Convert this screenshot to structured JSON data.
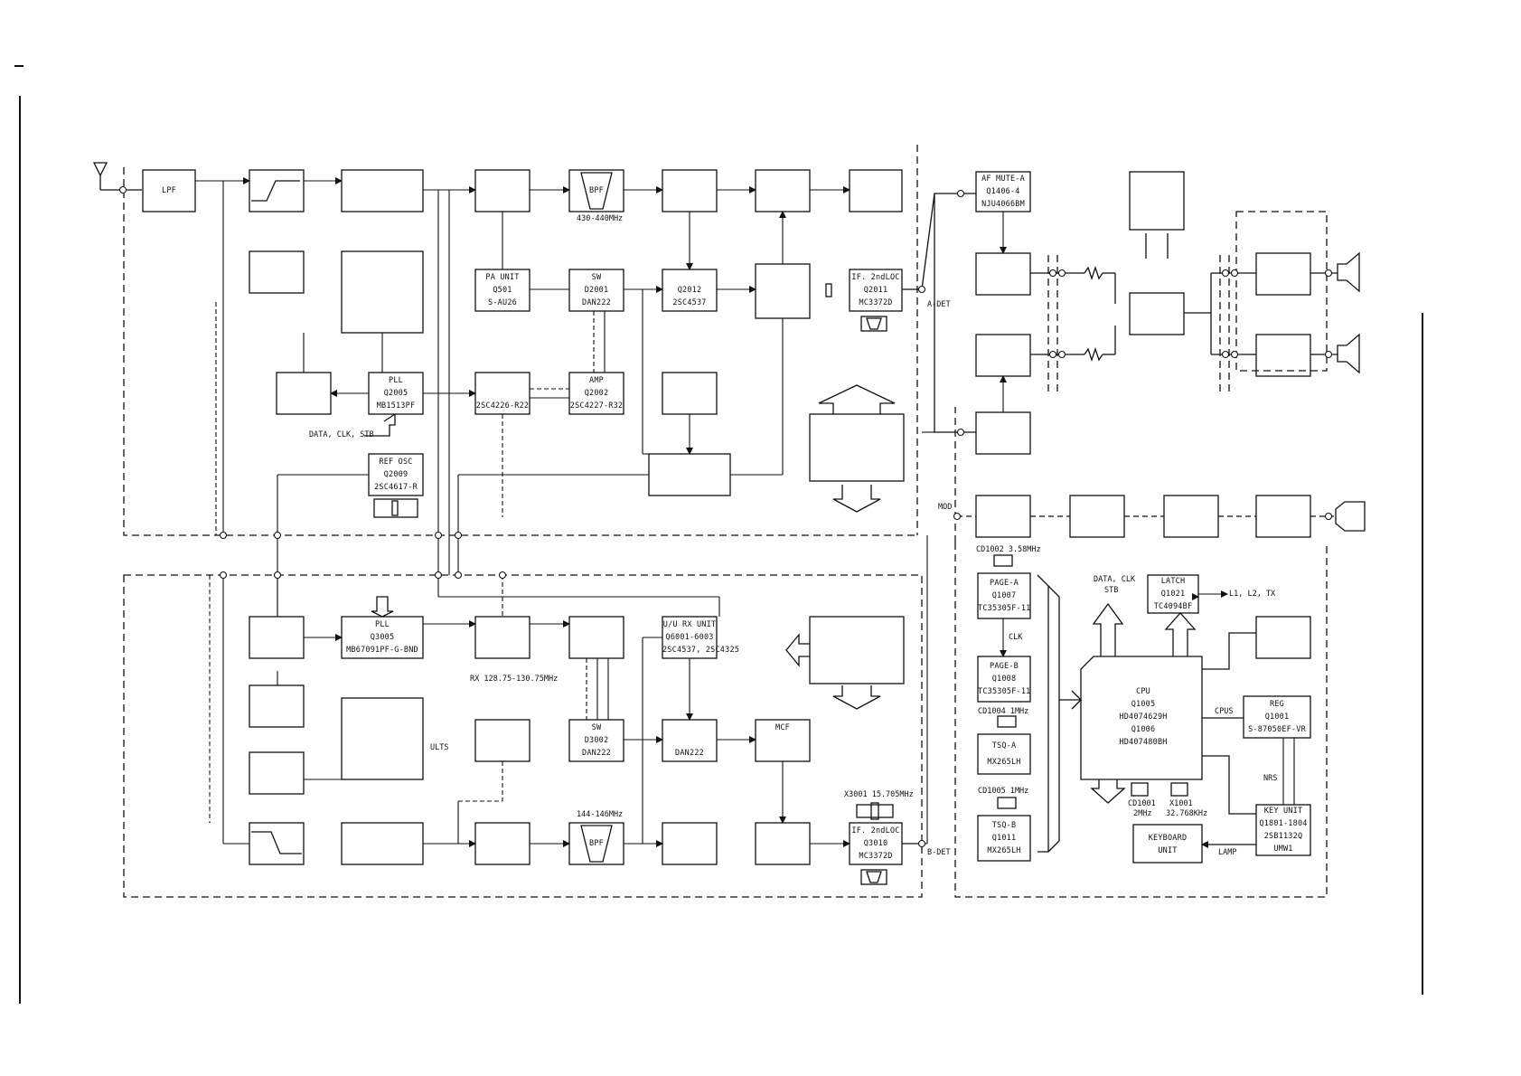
{
  "blocks": {
    "lpf": [
      "LPF"
    ],
    "bpf_a": [
      "BPF"
    ],
    "bpf_b": [
      "BPF"
    ],
    "pa_unit": [
      "PA UNIT",
      "Q501",
      "S-AU26"
    ],
    "sw_a": [
      "SW",
      "D2001",
      "DAN222"
    ],
    "q2012": [
      "Q2012",
      "2SC4537"
    ],
    "if_a": [
      "IF. 2ndLOC",
      "Q2011",
      "MC3372D"
    ],
    "pll_a": [
      "PLL",
      "Q2005",
      "MB1513PF"
    ],
    "q2sc4226": [
      "2SC4226-R22"
    ],
    "amp_a": [
      "AMP",
      "Q2002",
      "2SC4227-R32"
    ],
    "ref_osc": [
      "REF OSC",
      "Q2009",
      "2SC4617-R"
    ],
    "af_mute": [
      "AF MUTE-A",
      "Q1406-4",
      "NJU4066BM"
    ],
    "pll_b": [
      "PLL",
      "Q3005",
      "MB67091PF-G-BND"
    ],
    "uu_rx": [
      "U/U RX UNIT",
      "Q6001-6003",
      "2SC4537, 2SC4325"
    ],
    "sw_b": [
      "SW",
      "D3002",
      "DAN222"
    ],
    "dan222_b": [
      "DAN222"
    ],
    "mcf": [
      "MCF"
    ],
    "if_b": [
      "IF. 2ndLOC",
      "Q3010",
      "MC3372D"
    ],
    "page_a": [
      "PAGE-A",
      "Q1007",
      "TC35305F-11"
    ],
    "page_b": [
      "PAGE-B",
      "Q1008",
      "TC35305F-11"
    ],
    "tsq_a": [
      "TSQ-A",
      "MX265LH"
    ],
    "tsq_b": [
      "TSQ-B",
      "Q1011",
      "MX265LH"
    ],
    "latch": [
      "LATCH",
      "Q1021",
      "TC4094BF"
    ],
    "cpu": [
      "CPU",
      "Q1005",
      "HD4074629H",
      "Q1006",
      "HD407480BH"
    ],
    "reg": [
      "REG",
      "Q1001",
      "S-87050EF-VR"
    ],
    "key_unit": [
      "KEY UNIT",
      "Q1801-1804",
      "2SB1132Q",
      "UMW1"
    ],
    "keyboard": [
      "KEYBOARD",
      "UNIT"
    ]
  },
  "labels": {
    "freq_430": "430-440MHz",
    "freq_144": "144-146MHz",
    "data_clk_stb": "DATA, CLK, STB",
    "a_det": "A-DET",
    "b_det": "B-DET",
    "mod": "MOD",
    "rx_range": "RX 128.75-130.75MHz",
    "ults": "ULTS",
    "x3001": "X3001 15.705MHz",
    "cd1002": "CD1002 3.58MHz",
    "clk": "CLK",
    "cd1004": "CD1004 1MHz",
    "cd1005": "CD1005 1MHz",
    "data_clk_stb2": "DATA, CLK",
    "stb": "STB",
    "l1l2tx": "L1, L2, TX",
    "cpus": "CPUS",
    "nrs": "NRS",
    "cd1001": "CD1001",
    "cd1001_f": "2MHz",
    "x1001": "X1001",
    "x1001_f": "32.768KHz",
    "lamp": "LAMP"
  }
}
